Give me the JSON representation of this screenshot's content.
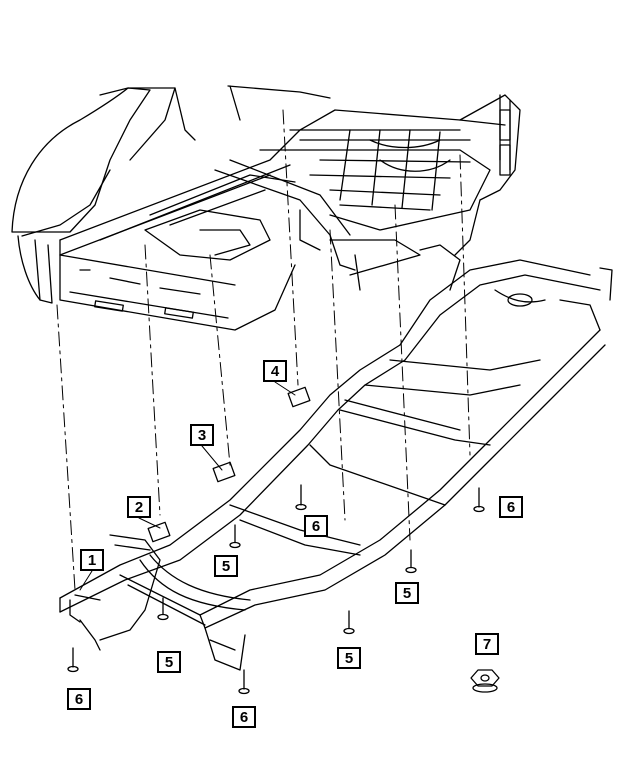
{
  "callouts": {
    "c1": "1",
    "c2": "2",
    "c3": "3",
    "c4": "4",
    "c5a": "5",
    "c5b": "5",
    "c5c": "5",
    "c5d": "5",
    "c6a": "6",
    "c6b": "6",
    "c6c": "6",
    "c6d": "6",
    "c7": "7"
  },
  "colors": {
    "line": "#000000",
    "background": "#ffffff"
  }
}
